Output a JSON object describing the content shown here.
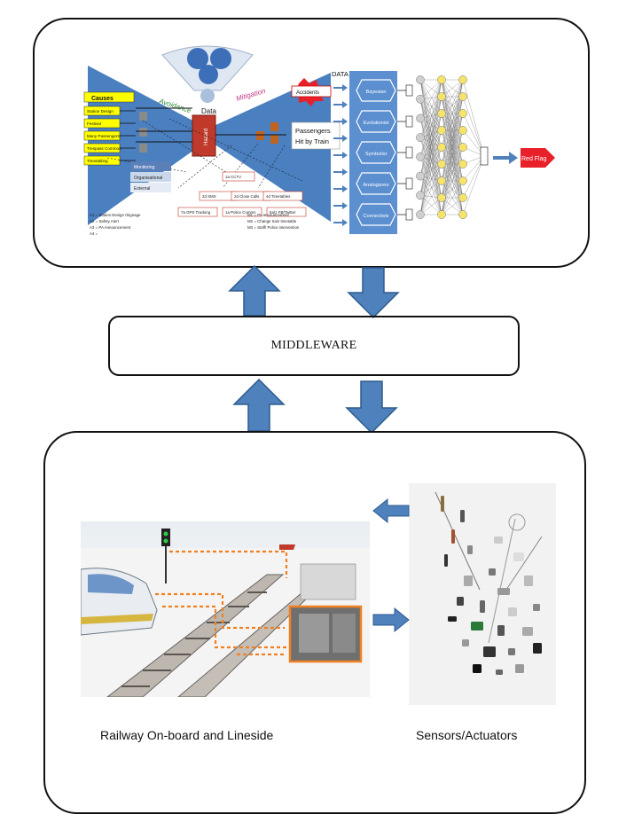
{
  "middleware": {
    "label": "MIDDLEWARE"
  },
  "bowtie": {
    "causes_title": "Causes",
    "causes": [
      "Station Design",
      "Festival",
      "Many Passengers",
      "Trespass Common",
      "Timetabling"
    ],
    "avoidance": "Avoidance",
    "mitigation": "Mitigation",
    "data_label": "Data",
    "hazard_label": "Hazard",
    "accidents_label": "Accidents",
    "consequence": [
      "Passengers",
      "Hit by Train"
    ],
    "controls": [
      "Monitoring",
      "Organisational",
      "External"
    ],
    "actions": [
      "1a CCTV",
      "2d SMS",
      "2d Close Calls",
      "4d Timetables",
      "7a GPS Tracking",
      "1a Police Comms",
      "5a/1 FB/Twitter"
    ],
    "legend_left": [
      "A1 = Station Design /Signage",
      "A2 = Safety Alert",
      "A3 = PA Announcement",
      "A4 ="
    ],
    "legend_right": [
      "M1 = PA announcement",
      "M2 = Change train timetable",
      "M3 = Staff/ Police intervention"
    ]
  },
  "ml": {
    "data_label": "DATA",
    "tribes": [
      "Bayesian",
      "Evolutionist",
      "Symbolist",
      "Analogizers",
      "Connectivis"
    ],
    "output_label": "Red Flag"
  },
  "bottom": {
    "railway_caption": "Railway On-board and Lineside",
    "sensors_caption": "Sensors/Actuators"
  },
  "colors": {
    "arrow": "#4f81bd",
    "arrow_stroke": "#2f5b8f",
    "bowtie": "#4a7fc0",
    "causes_fill": "#ffff00",
    "hazard": "#c0392b",
    "tribe_panel": "#5b8fd0",
    "red_flag": "#e8202a",
    "node": "#f5e36b"
  }
}
